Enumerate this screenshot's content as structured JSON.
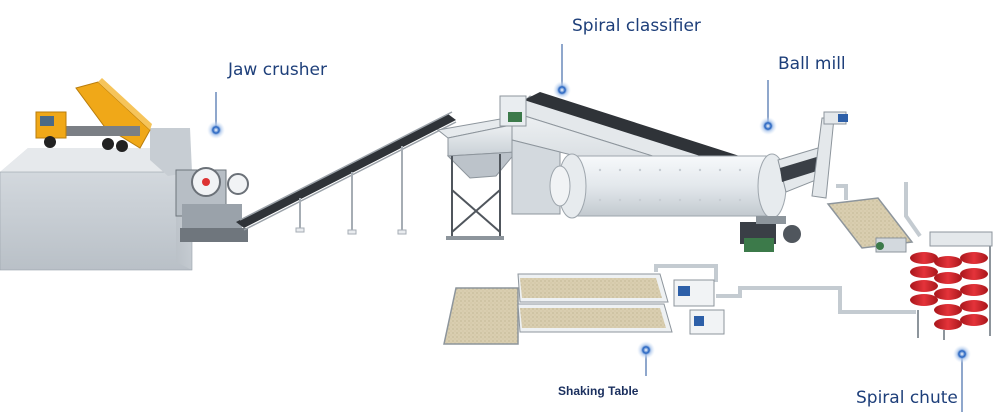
{
  "labels": {
    "jaw_crusher": "Jaw crusher",
    "spiral_classifier": "Spiral classifier",
    "ball_mill": "Ball mill",
    "shaking_table": "Shaking Table",
    "spiral_chute": "Spiral chute"
  },
  "colors": {
    "label_text": "#1e3f7a",
    "marker": "#1f5fbf",
    "leader_line": "#1f4f9a",
    "machine_body": "#e9eef2",
    "steel_dark": "#3a3f46",
    "hopper_truck": "#f0a818",
    "spiral_red": "#d8252a",
    "sand_bed": "#d9ceb0"
  }
}
